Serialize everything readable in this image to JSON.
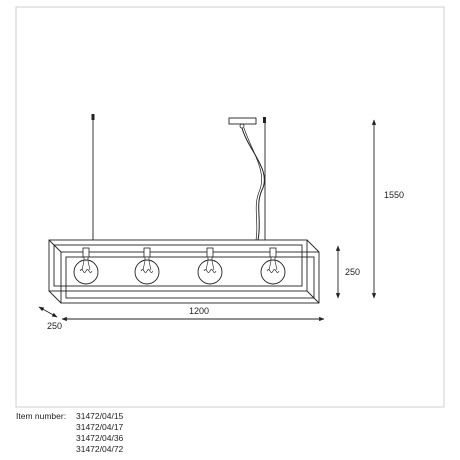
{
  "dimensions": {
    "height_total": "1550",
    "height_frame": "250",
    "width": "1200",
    "depth": "250"
  },
  "item_label": "Item number:",
  "item_numbers": [
    "31472/04/15",
    "31472/04/17",
    "31472/04/36",
    "31472/04/72"
  ],
  "colors": {
    "line": "#222222",
    "border": "#cfcfcf"
  },
  "bulb_count": 4
}
